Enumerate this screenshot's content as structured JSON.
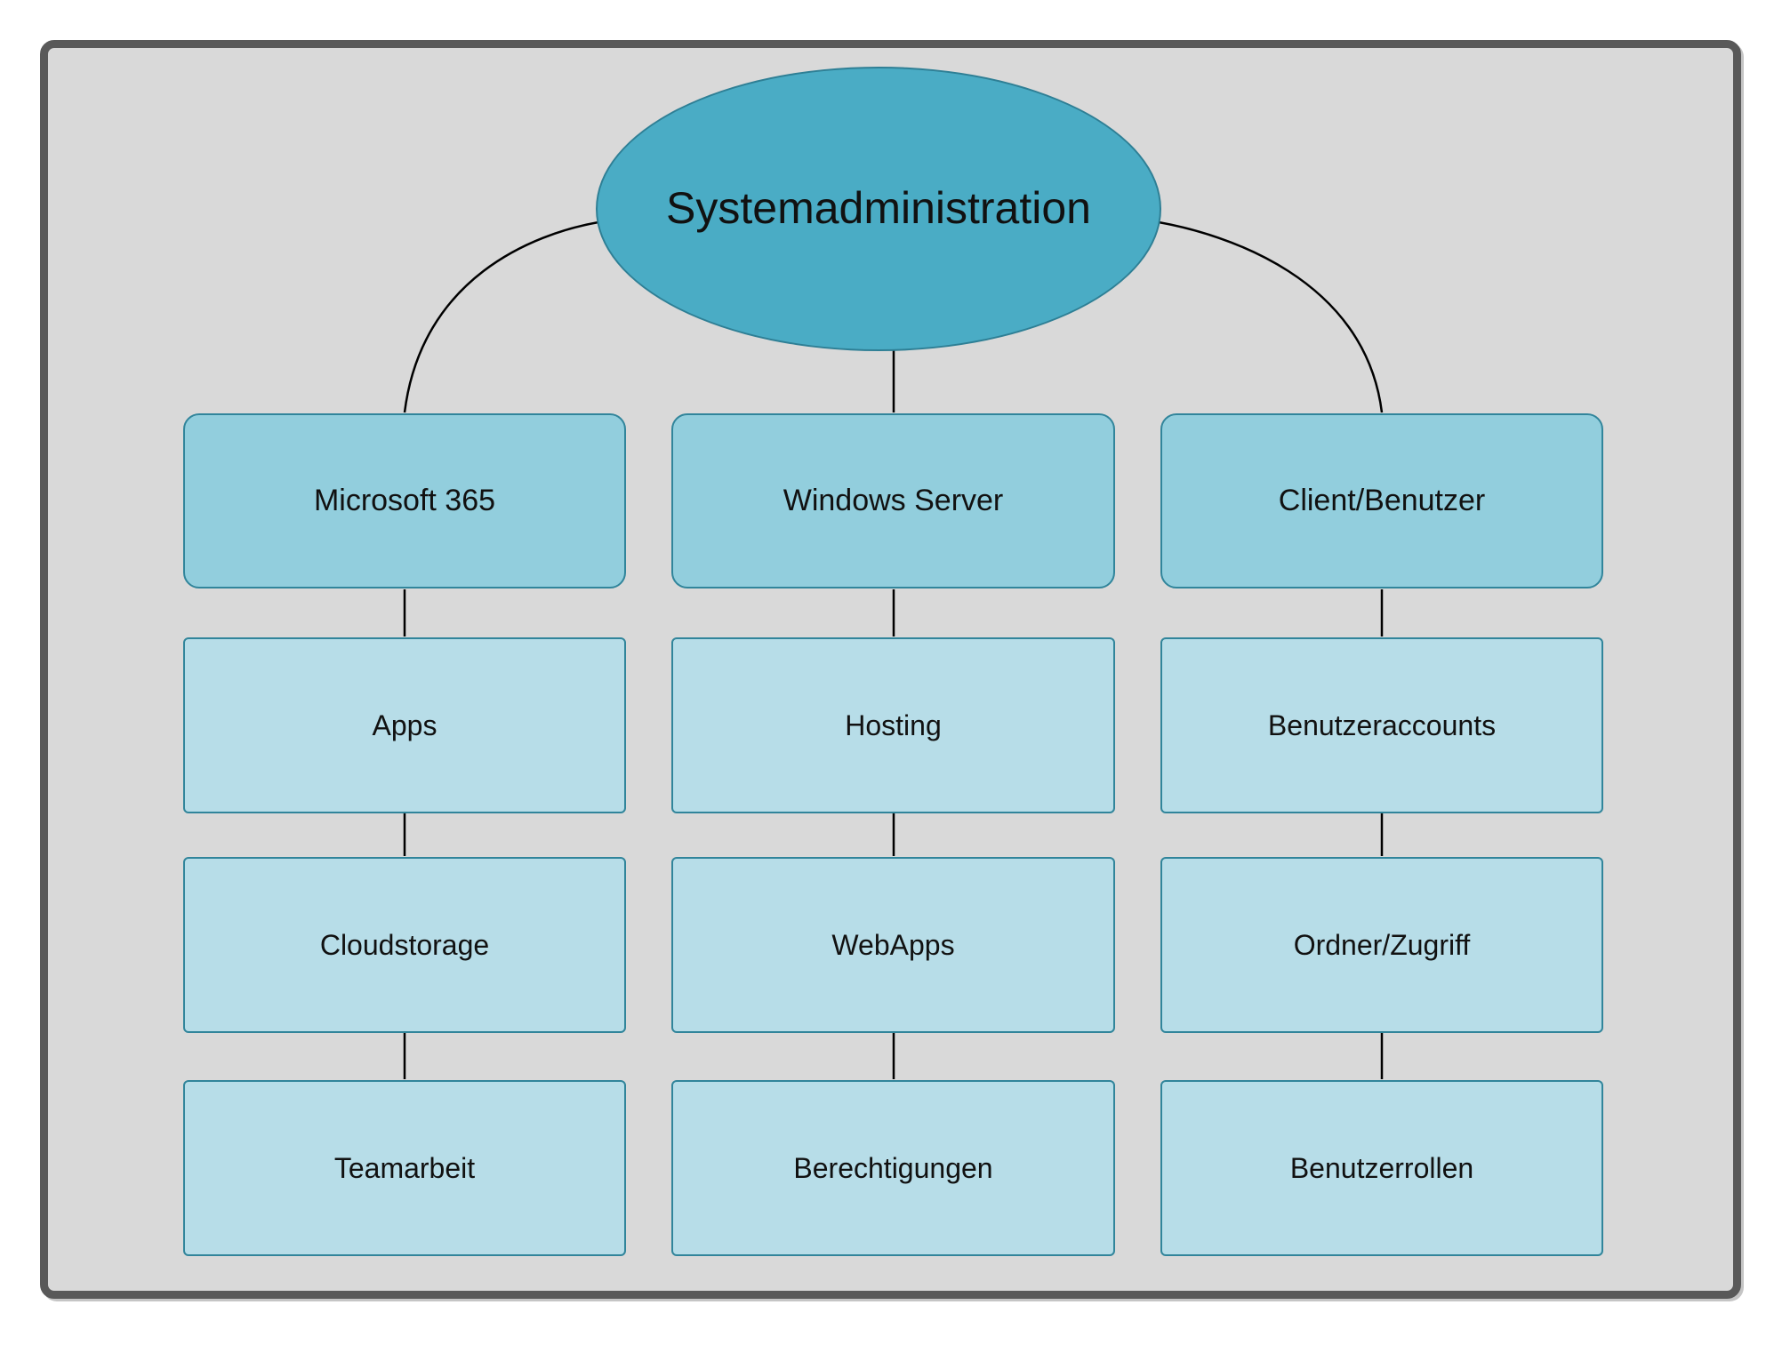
{
  "diagram": {
    "title": "Systemadministration",
    "columns": [
      {
        "parent": "Microsoft 365",
        "children": [
          "Apps",
          "Cloudstorage",
          "Teamarbeit"
        ]
      },
      {
        "parent": "Windows Server",
        "children": [
          "Hosting",
          "WebApps",
          "Berechtigungen"
        ]
      },
      {
        "parent": "Client/Benutzer",
        "children": [
          "Benutzeraccounts",
          "Ordner/Zugriff",
          "Benutzerrollen"
        ]
      }
    ],
    "colors": {
      "root_fill": "#4aacc5",
      "level1_fill": "#92cedd",
      "level2_fill": "#b7dde8",
      "shape_border": "#31859b",
      "canvas_fill": "#d9d9d9",
      "frame_border": "#595959",
      "connector": "#000000",
      "text": "#111111"
    }
  }
}
